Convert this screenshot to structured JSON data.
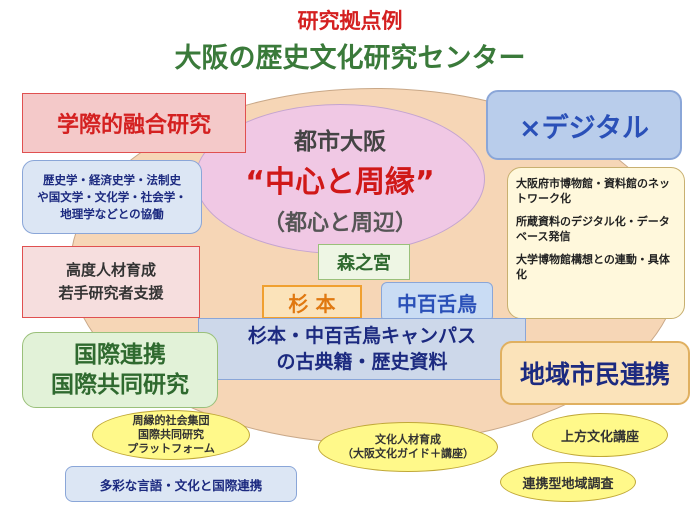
{
  "header": {
    "subtitle": "研究拠点例",
    "title": "大阪の歴史文化研究センター"
  },
  "center": {
    "line1": "都市大阪",
    "line2": "“中心と周縁”",
    "line3": "（都心と周辺）"
  },
  "boxes": {
    "gakusai": "学際的融合研究",
    "digital": "×デジタル",
    "history": [
      "歴史学・経済史学・法制史",
      "や国文学・文化学・社会学・",
      "地理学などとの協働"
    ],
    "jinzai": [
      "高度人材育成",
      "若手研究者支援"
    ],
    "museum": [
      "大阪府市博物館・資料館のネットワーク化",
      "所蔵資料のデジタル化・データベース発信",
      "大学博物館構想との連動・具体化"
    ],
    "morinomiya": "森之宮",
    "sugimoto": "杉 本",
    "nakamozu": "中百舌鳥",
    "campus": [
      "杉本・中百舌鳥キャンパス",
      "の古典籍・歴史資料"
    ],
    "kokusai": [
      "国際連携",
      "国際共同研究"
    ],
    "chiiki": "地域市民連携",
    "tayou": "多彩な言語・文化と国際連携"
  },
  "ovals": {
    "platform": [
      "周縁的社会集団",
      "国際共同研究",
      "プラットフォーム"
    ],
    "bunka": [
      "文化人材育成",
      "（大阪文化ガイド＋講座）"
    ],
    "kamigata": "上方文化講座",
    "renkei": "連携型地域調査"
  }
}
